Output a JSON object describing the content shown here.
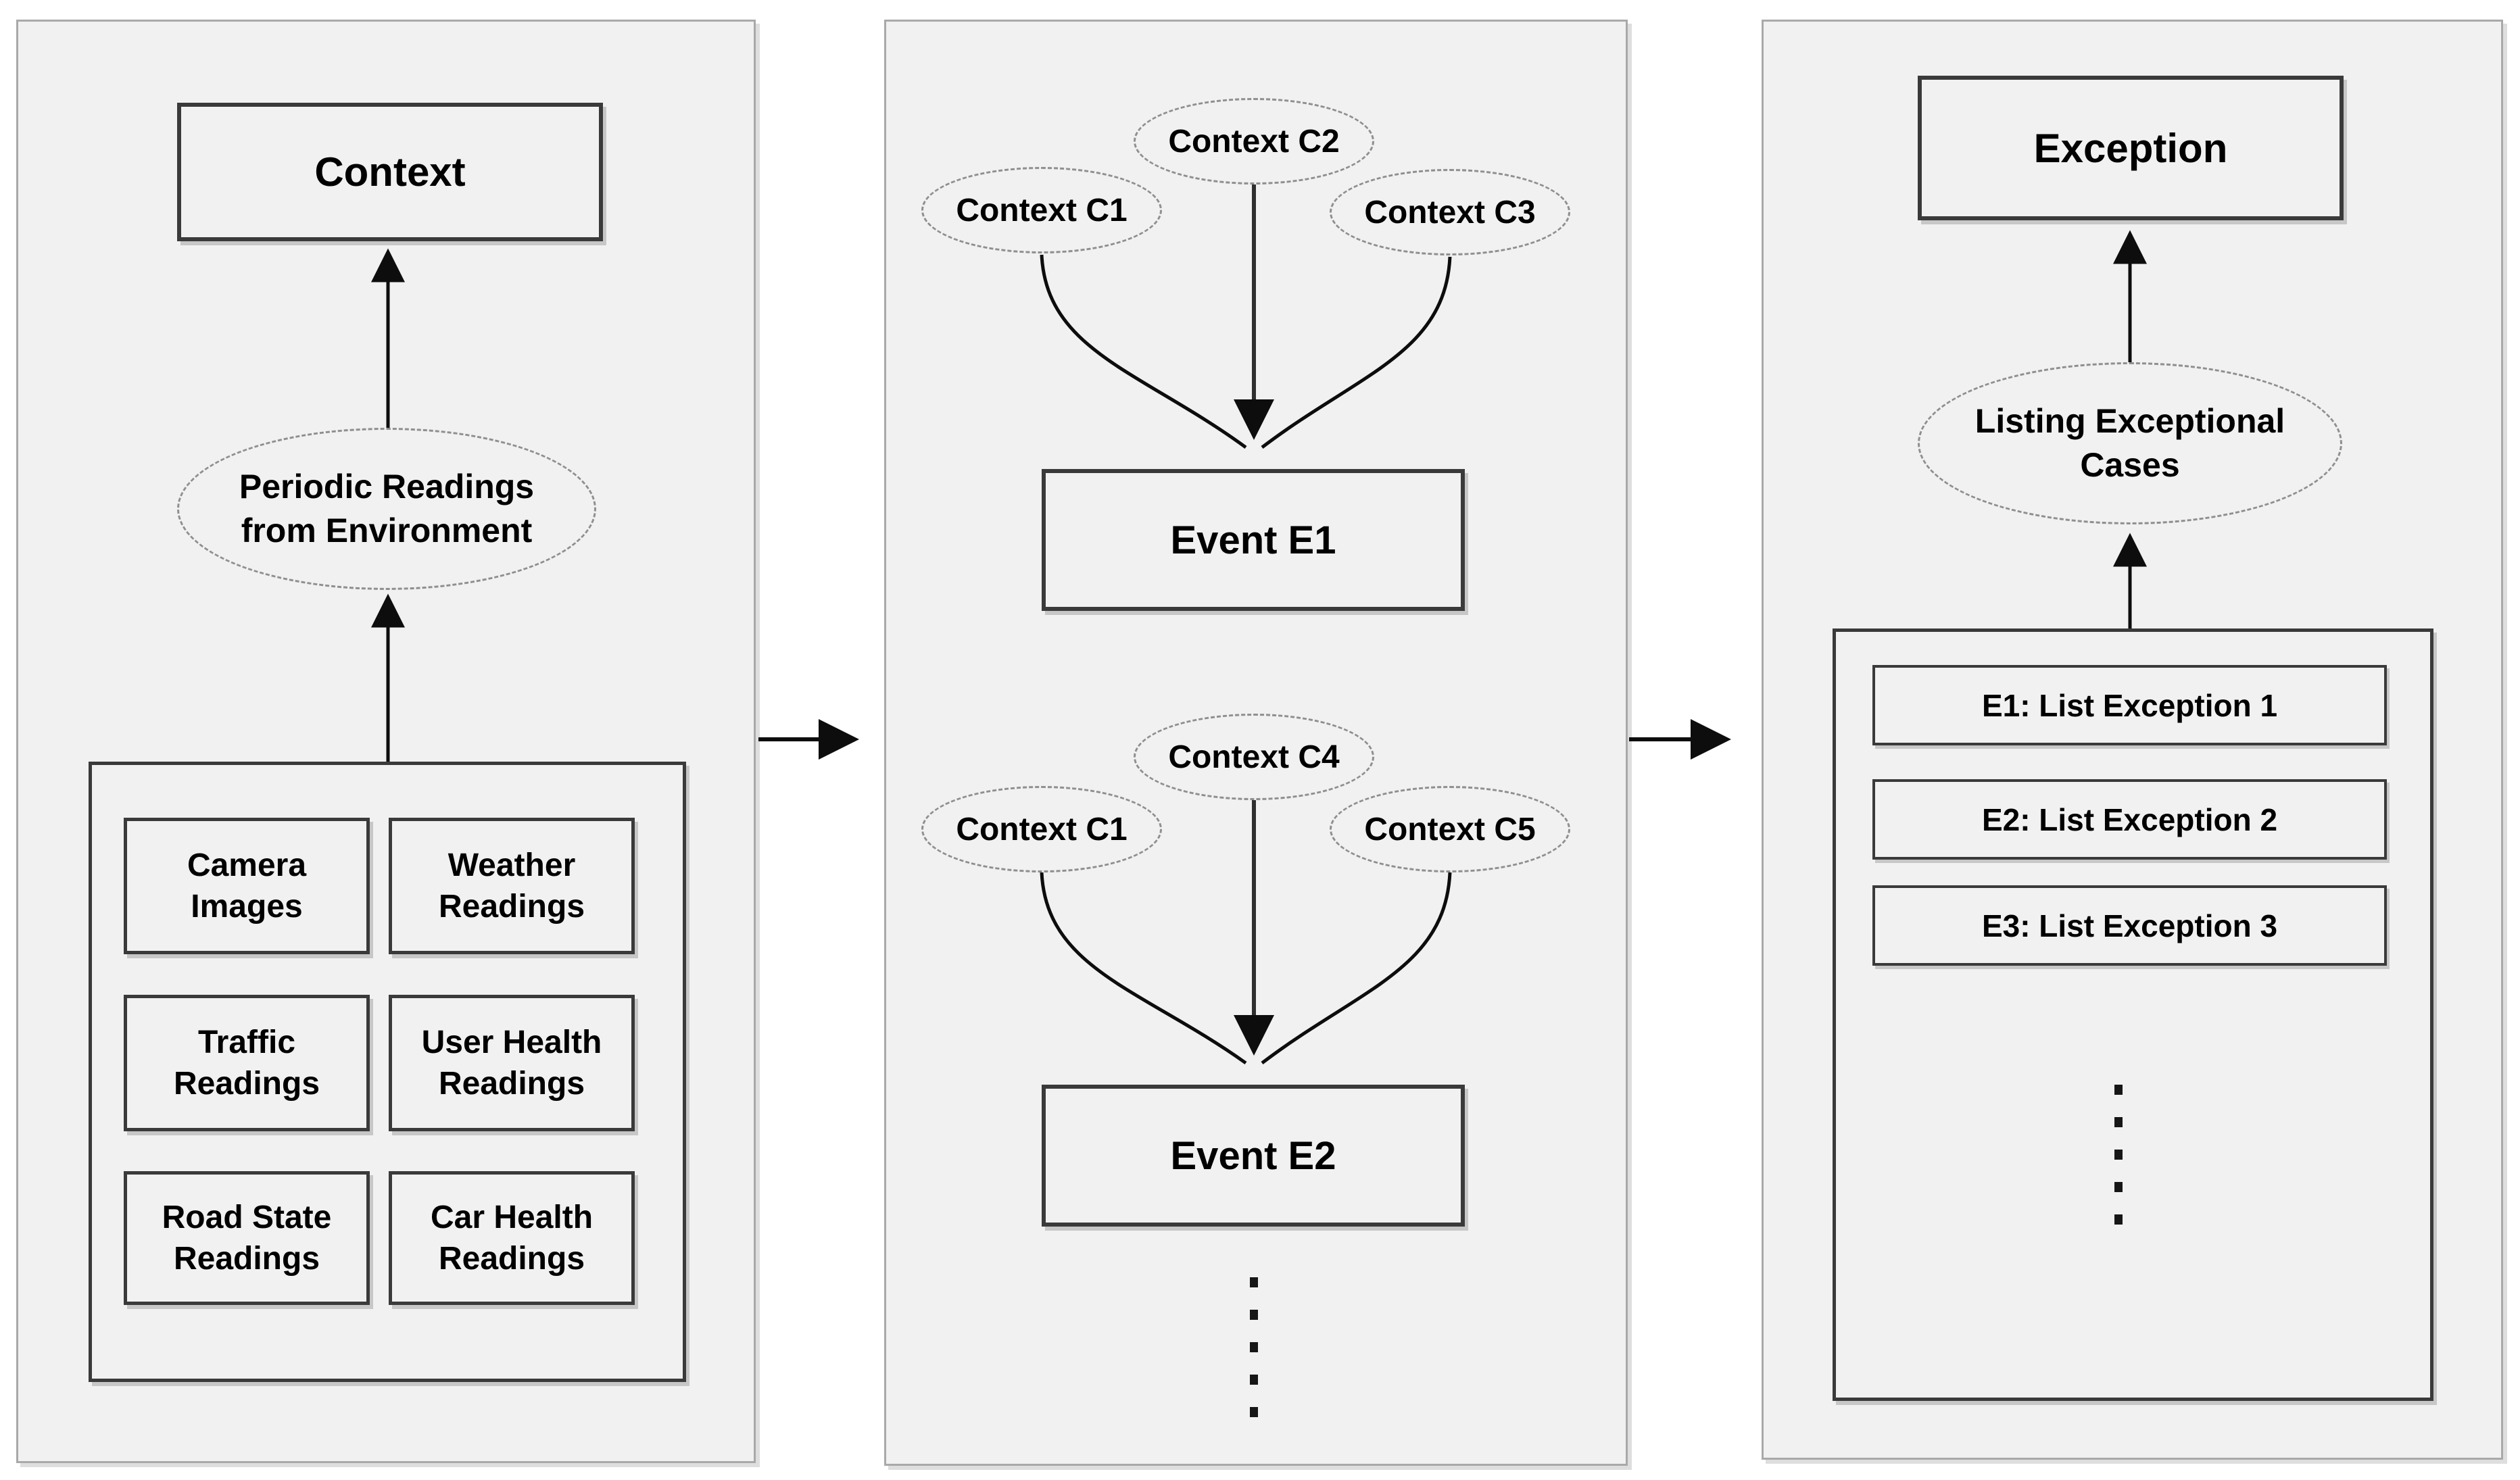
{
  "colors": {
    "panel_bg": "#f1f1f1",
    "panel_border": "#a9a9a9",
    "box_border": "#3a3a3a",
    "arrow": "#0d0d0d",
    "text": "#000000"
  },
  "left": {
    "title": "Context",
    "source_label": "Periodic Readings from Environment",
    "sensors": [
      "Camera Images",
      "Weather Readings",
      "Traffic Readings",
      "User Health Readings",
      "Road State Readings",
      "Car Health Readings"
    ]
  },
  "middle": {
    "top": {
      "context_left": "Context C1",
      "context_top": "Context C2",
      "context_right": "Context C3",
      "event": "Event E1"
    },
    "bottom": {
      "context_left": "Context C1",
      "context_top": "Context C4",
      "context_right": "Context C5",
      "event": "Event E2"
    }
  },
  "right": {
    "title": "Exception",
    "process_label": "Listing Exceptional Cases",
    "items": [
      "E1: List Exception 1",
      "E2: List Exception 2",
      "E3: List Exception 3"
    ]
  }
}
